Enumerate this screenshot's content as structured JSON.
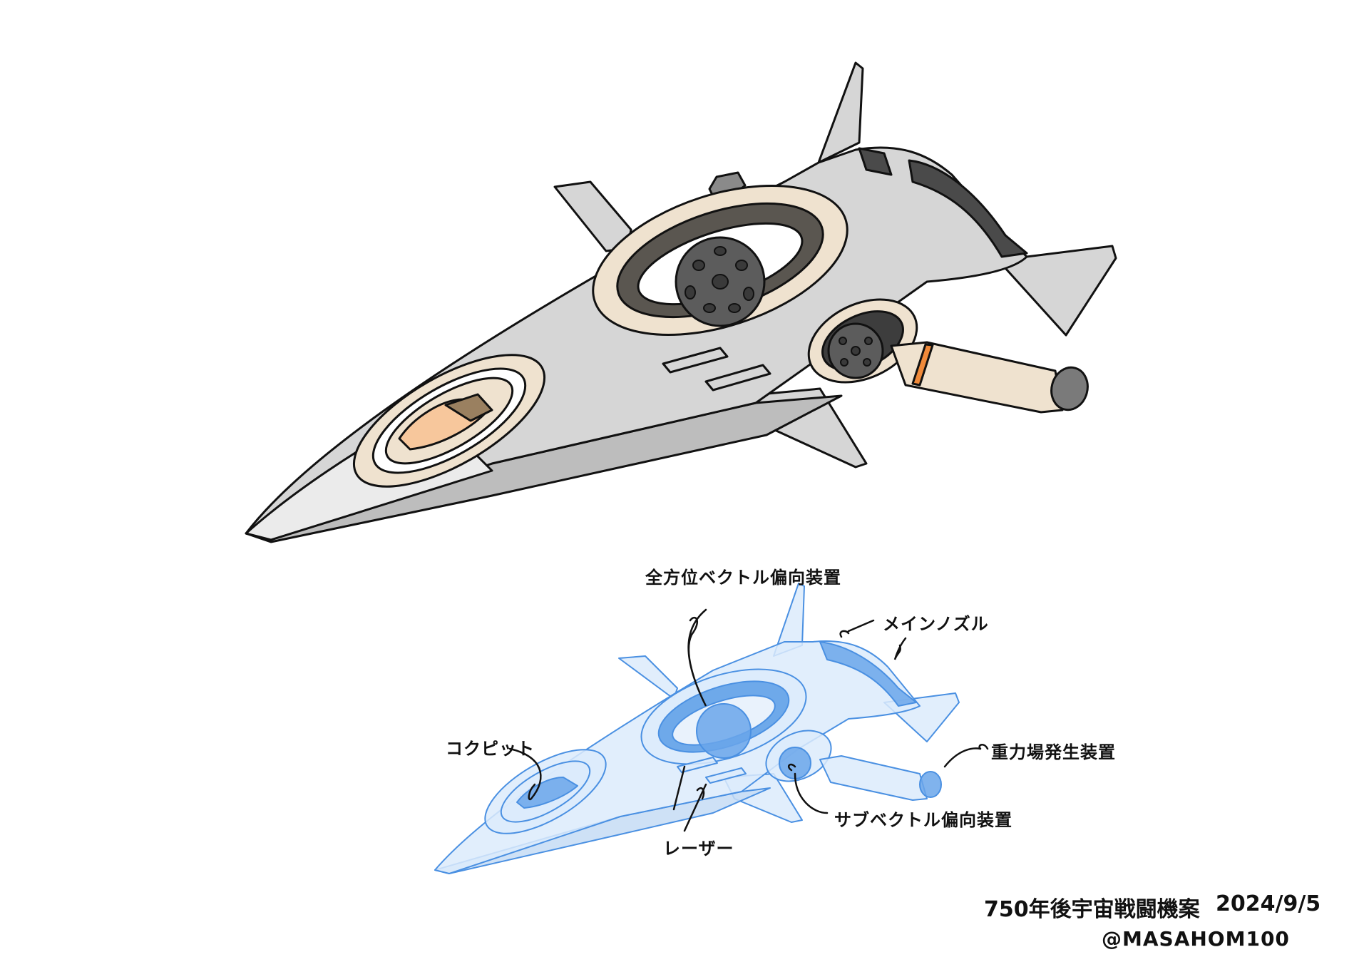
{
  "labels": {
    "vector_main": "全方位ベクトル偏向装置",
    "main_nozzle": "メインノズル",
    "cockpit": "コクピット",
    "gravity_field": "重力場発生装置",
    "laser": "レーザー",
    "vector_sub": "サブベクトル偏向装置"
  },
  "signature": {
    "title": "750年後宇宙戦闘機案",
    "date": "2024/9/5",
    "handle": "@MASAHOM100"
  },
  "colors": {
    "hull": "#d6d6d6",
    "hull_light": "#ebebeb",
    "hull_shadow": "#bdbdbd",
    "dark_band": "#4a4a4a",
    "ring_beige": "#efe2cf",
    "ring_dark": "#5a5650",
    "canopy": "#f7c79c",
    "orange_stripe": "#f08a3a",
    "outline": "#111111",
    "blueprint_stroke": "#4a90e2",
    "blueprint_fill": "#dcebfb",
    "blueprint_deep": "#5b9de6"
  }
}
